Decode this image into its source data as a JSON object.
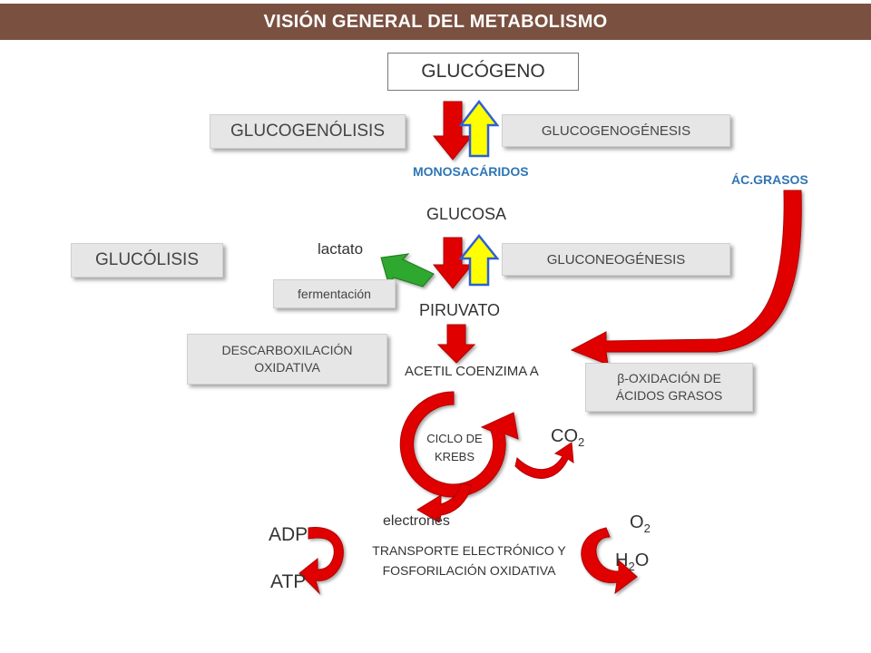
{
  "title": "VISIÓN GENERAL DEL METABOLISMO",
  "colors": {
    "banner": "#7a5040",
    "arrow_red": "#e00000",
    "arrow_yellow": "#ffff00",
    "arrow_blue_outline": "#2e5fd6",
    "arrow_green": "#2ea82e",
    "label_blue": "#2e75b6"
  },
  "nodes": {
    "glucogeno": "GLUCÓGENO",
    "monosacaridos": "MONOSACÁRIDOS",
    "glucosa": "GLUCOSA",
    "lactato": "lactato",
    "piruvato": "PIRUVATO",
    "acetil_coa": "ACETIL COENZIMA A",
    "ac_grasos": "ÁC.GRASOS",
    "krebs_line1": "CICLO DE",
    "krebs_line2": "KREBS",
    "co2_main": "CO",
    "co2_sub": "2",
    "electrones": "electrones",
    "adp": "ADP",
    "atp": "ATP",
    "o2_main": "O",
    "o2_sub": "2",
    "h2o_h": "H",
    "h2o_sub": "2",
    "h2o_o": "O",
    "transporte_line1": "TRANSPORTE ELECTRÓNICO Y",
    "transporte_line2": "FOSFORILACIÓN OXIDATIVA"
  },
  "processes": {
    "glucogenolisis": "GLUCOGENÓLISIS",
    "glucogenogenesis": "GLUCOGENOGÉNESIS",
    "glucolisis": "GLUCÓLISIS",
    "gluconeogenesis": "GLUCONEOGÉNESIS",
    "fermentacion": "fermentación",
    "descarboxilacion_line1": "DESCARBOXILACIÓN",
    "descarboxilacion_line2": "OXIDATIVA",
    "beta_oxidacion_line1": "β-OXIDACIÓN DE",
    "beta_oxidacion_line2": "ÁCIDOS GRASOS"
  }
}
